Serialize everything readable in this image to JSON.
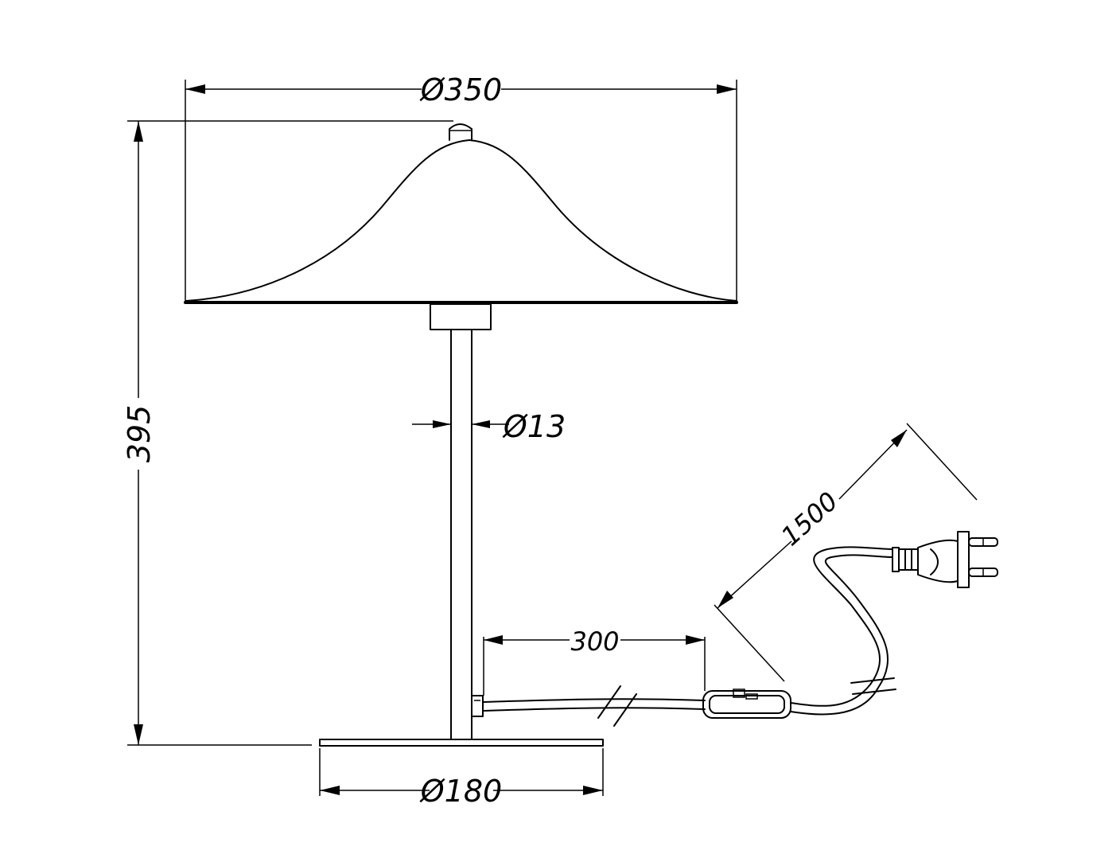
{
  "dimensions": {
    "shade_diameter": "Ø350",
    "stem_diameter": "Ø13",
    "base_diameter": "Ø180",
    "overall_height": "395",
    "switch_distance": "300",
    "cable_length": "1500"
  }
}
